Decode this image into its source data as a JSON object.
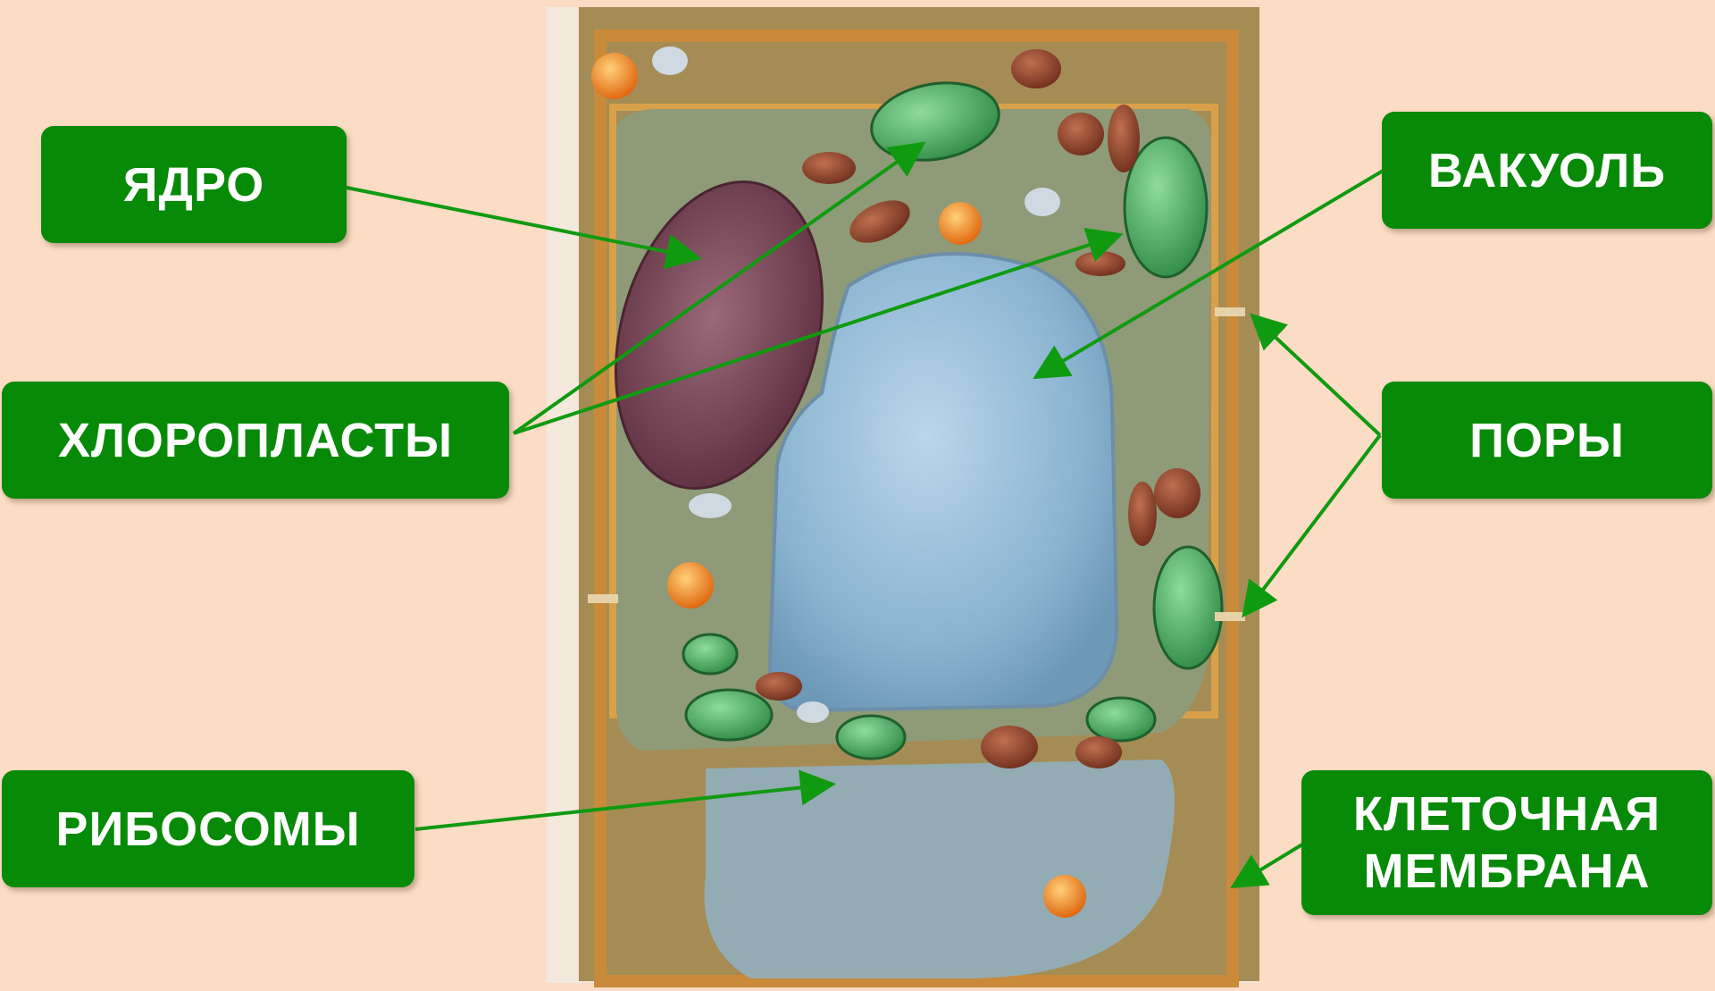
{
  "labels": {
    "nucleus": "ЯДРО",
    "chloroplasts": "ХЛОРОПЛАСТЫ",
    "ribosomes": "РИБОСОМЫ",
    "vacuole": "ВАКУОЛЬ",
    "pores": "ПОРЫ",
    "cell_membrane": "КЛЕТОЧНАЯ\nМЕМБРАНА"
  },
  "colors": {
    "background": "#fbdcc4",
    "label_fill": "#078a07",
    "label_text": "#ffffff",
    "arrow": "#109a10",
    "vacuole": "#8fb7d2",
    "nucleus": "#7a4456",
    "chloroplast": "#3f9a55",
    "cell_wall": "#c98a3a",
    "cytoplasm": "#8e9a78"
  }
}
